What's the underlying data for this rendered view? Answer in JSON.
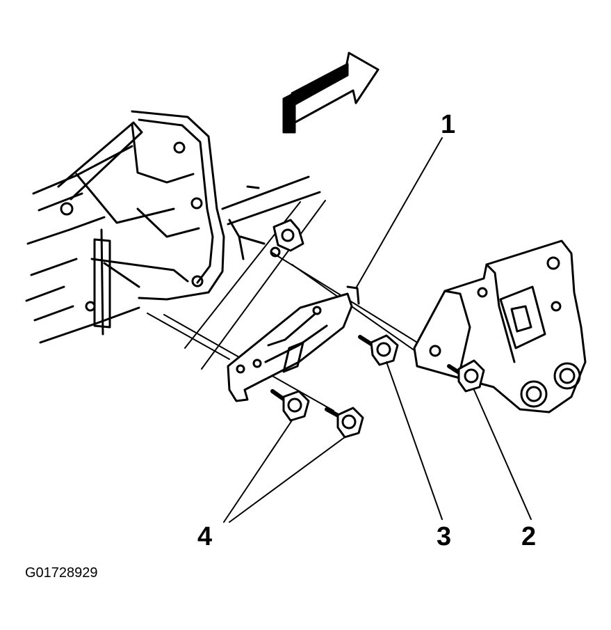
{
  "figure_id": "G01728929",
  "callouts": [
    {
      "label": "1",
      "part": "bracket"
    },
    {
      "label": "2",
      "part": "mount-bolt"
    },
    {
      "label": "3",
      "part": "bracket-bolt"
    },
    {
      "label": "4",
      "part": "bracket-bolts"
    }
  ],
  "icons": {
    "direction": "front-arrow-icon"
  }
}
